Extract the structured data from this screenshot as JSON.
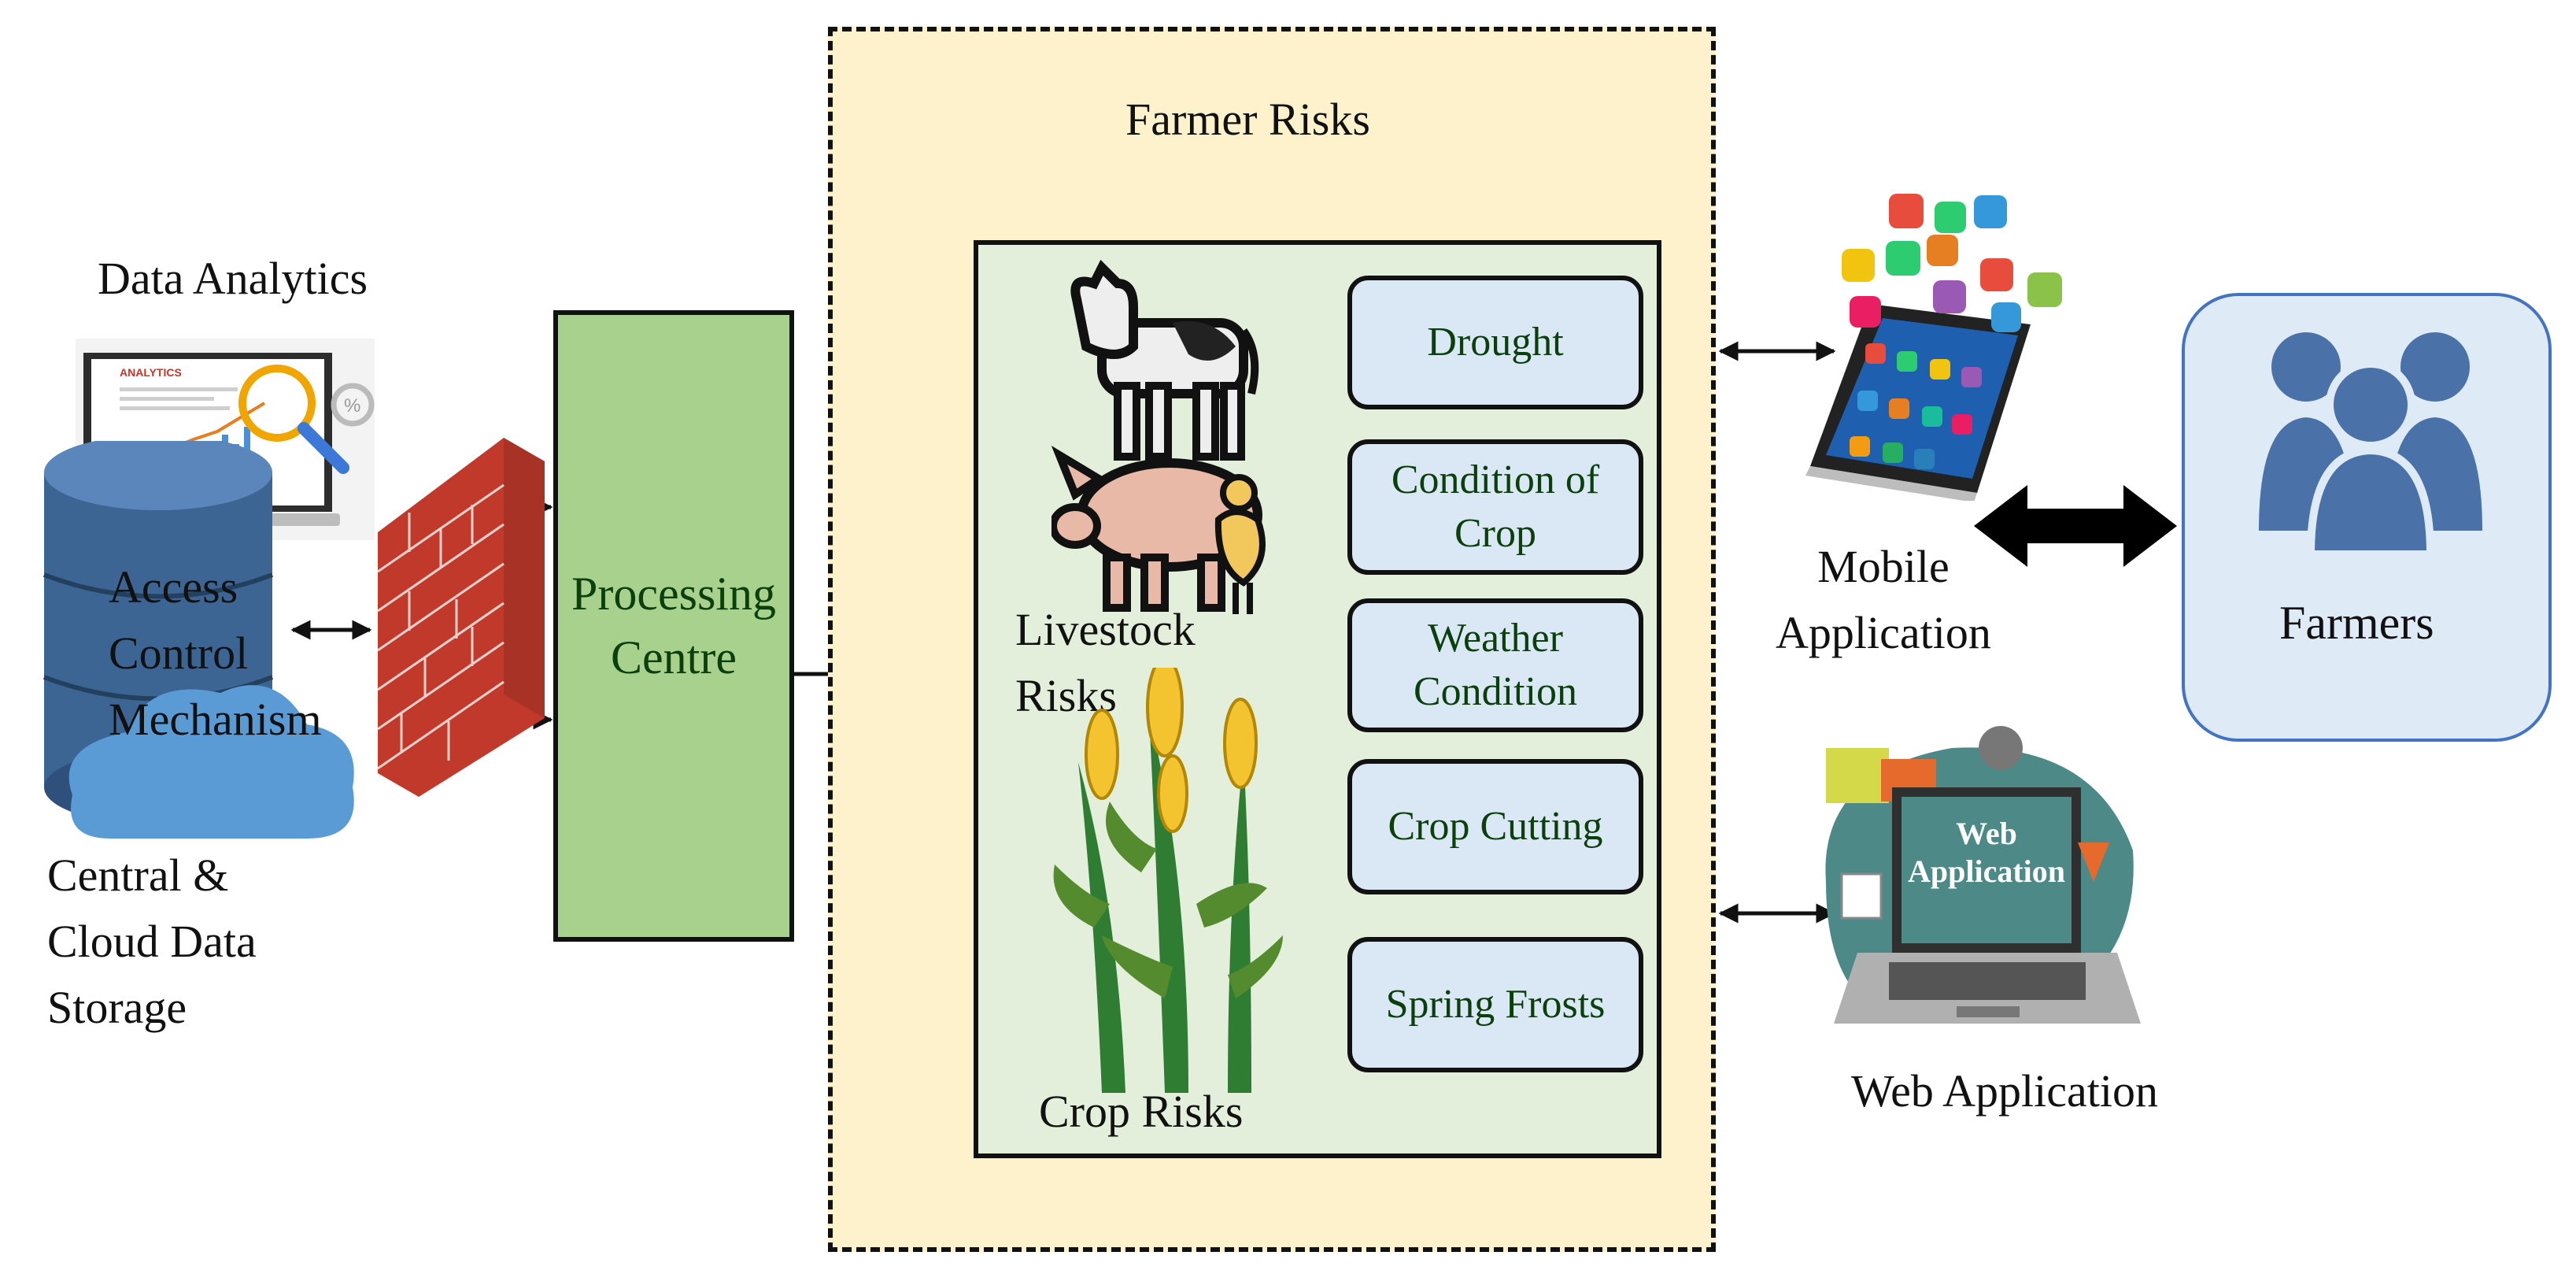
{
  "diagram": {
    "data_analytics": {
      "label": "Data Analytics",
      "screen_title": "ANALYTICS",
      "percent_glyph": "%"
    },
    "storage": {
      "access_label": "Access\nControl\nMechanism",
      "storage_label": "Central &\nCloud Data\nStorage"
    },
    "processing": {
      "label": "Processing\nCentre"
    },
    "farmer_risks": {
      "title": "Farmer Risks",
      "livestock_label": "Livestock\nRisks",
      "crop_label": "Crop Risks",
      "items": [
        "Drought",
        "Condition of\nCrop",
        "Weather\nCondition",
        "Crop Cutting",
        "Spring Frosts"
      ]
    },
    "mobile": {
      "label": "Mobile\nApplication"
    },
    "web": {
      "label": "Web Application",
      "screen_text": "Web\nApplication"
    },
    "farmers": {
      "label": "Farmers"
    },
    "colors": {
      "risk_panel": "#fef2cc",
      "inner_panel": "#e3efda",
      "processing": "#a9d18e",
      "risk_box": "#dae8f6",
      "farmers_box": "#deebf7",
      "farmers_icon": "#4a72a8",
      "firewall": "#c0392b",
      "cloud": "#5b9bd5",
      "database": "#3d6594"
    }
  }
}
